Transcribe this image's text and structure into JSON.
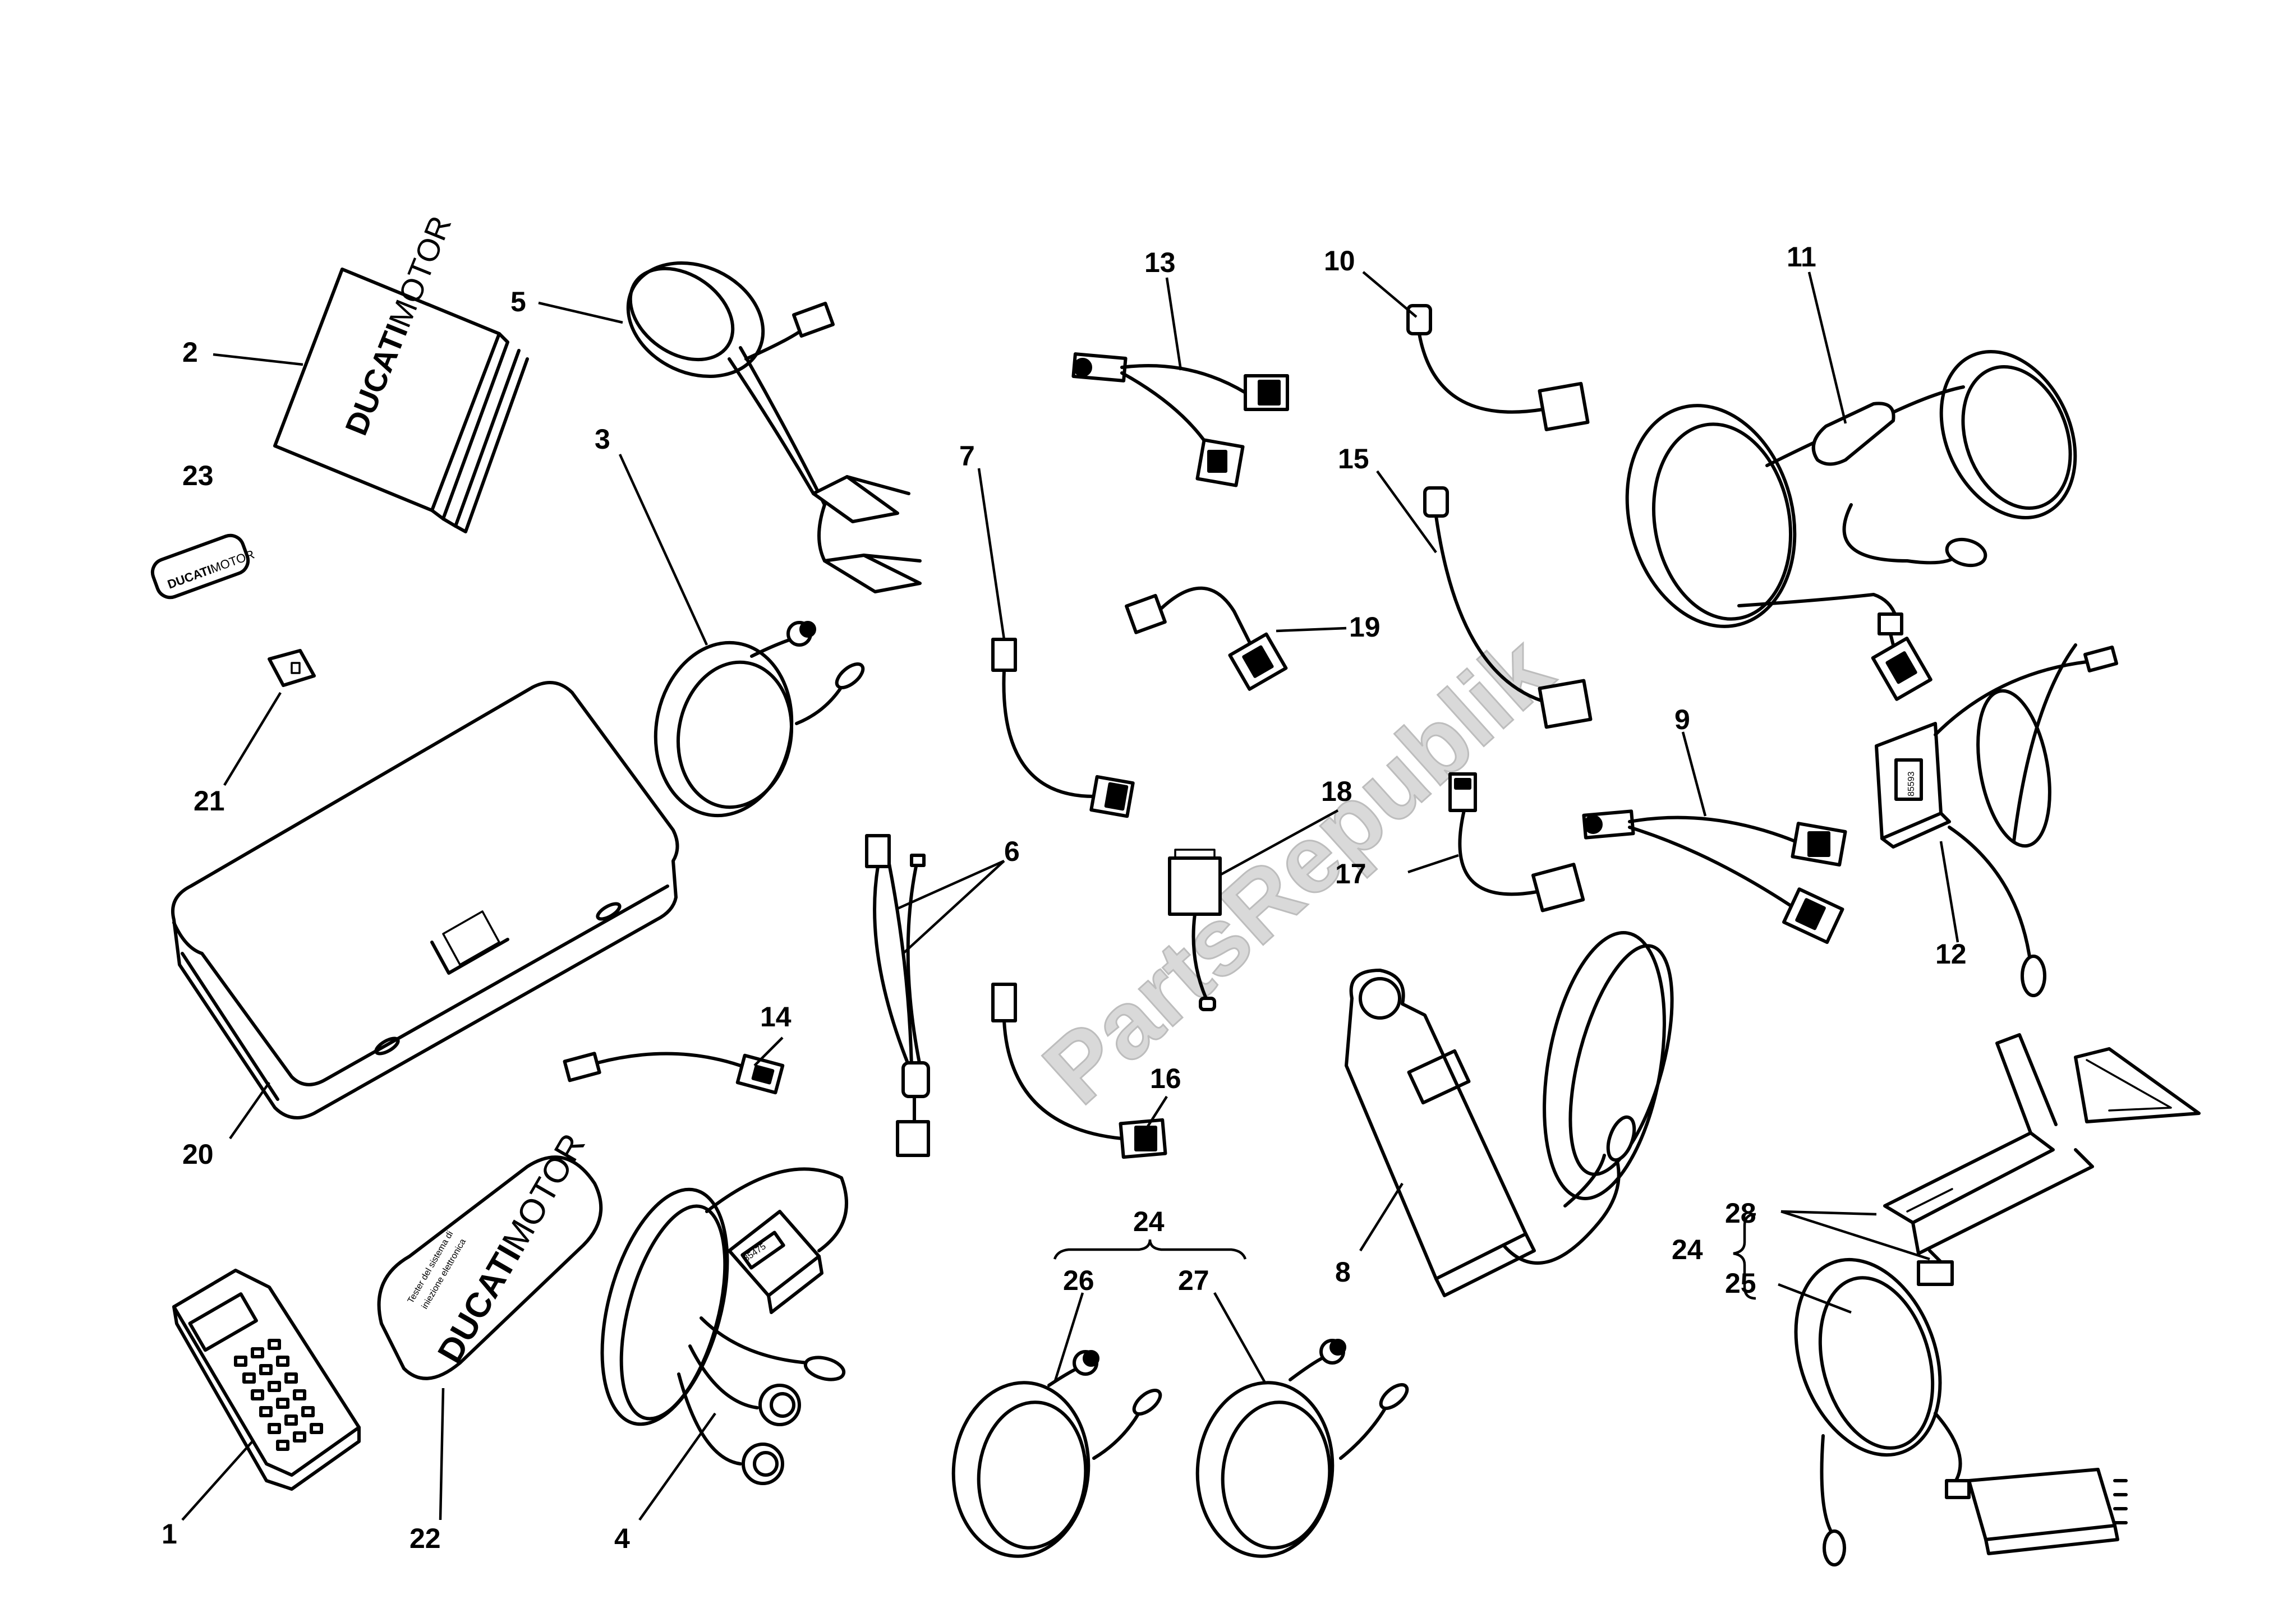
{
  "watermark": "PartsRepublik",
  "brand": {
    "manual_main": "DUCATI",
    "manual_sub": "MOTOR",
    "sticker_main": "DUCATI",
    "sticker_sub": "MOTOR",
    "pouch_main": "DUCATI",
    "pouch_sub": "MOTOR",
    "pouch_caption_1": "Tester del sistema di",
    "pouch_caption_2": "iniezione elettronica"
  },
  "device_labels": {
    "box_4": "85475",
    "box_12": "85593"
  },
  "callouts": [
    "1",
    "2",
    "3",
    "4",
    "5",
    "6",
    "7",
    "8",
    "9",
    "10",
    "11",
    "12",
    "13",
    "14",
    "15",
    "16",
    "17",
    "18",
    "19",
    "20",
    "21",
    "22",
    "23",
    "24",
    "25",
    "26",
    "27",
    "28"
  ],
  "group_labels": {
    "group_24_top": "24",
    "group_24_side": "24"
  }
}
